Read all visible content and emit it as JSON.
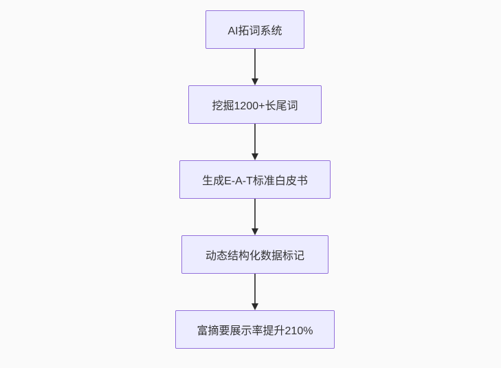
{
  "page": {
    "background_color": "#fafafa"
  },
  "flowchart": {
    "type": "vertical-flowchart",
    "node_fill_color": "#ECECFF",
    "node_border_color": "#9370DB",
    "text_color": "#333333",
    "arrow_color": "#333333",
    "nodes": [
      {
        "label": "AI拓词系统"
      },
      {
        "label": "挖掘1200+长尾词"
      },
      {
        "label": "生成E-A-T标准白皮书"
      },
      {
        "label": "动态结构化数据标记"
      },
      {
        "label": "富摘要展示率提升210%"
      }
    ]
  }
}
